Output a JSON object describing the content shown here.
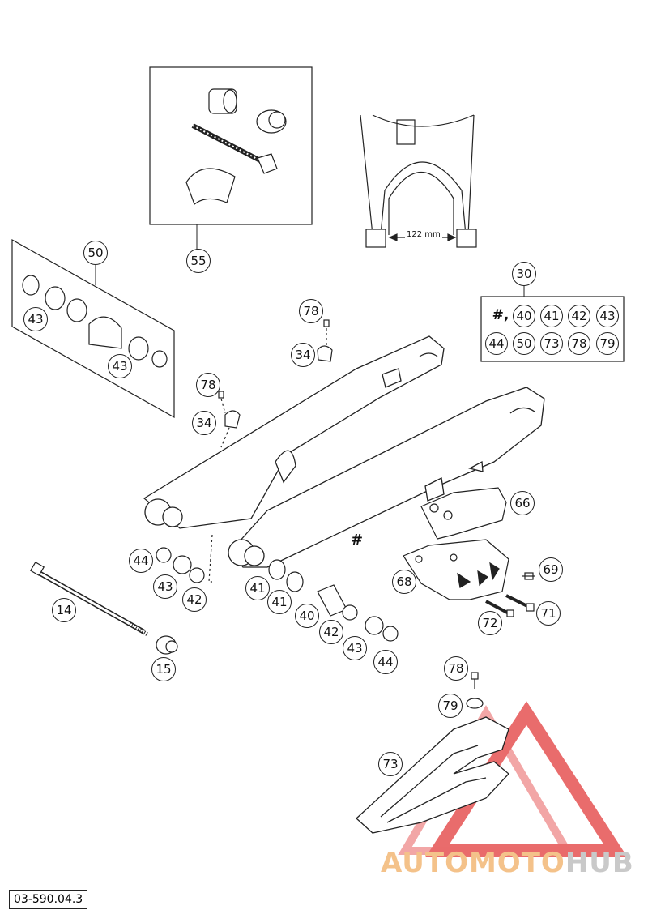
{
  "document_number": "03-590.04.3",
  "dimension_label": "122 mm",
  "hash_mark": "#",
  "kit_30": {
    "label": "30",
    "items": [
      "#,",
      "40",
      "41",
      "42",
      "43",
      "44",
      "50",
      "73",
      "78",
      "79"
    ]
  },
  "callouts": {
    "c55": "55",
    "c50": "50",
    "c43a": "43",
    "c43b": "43",
    "c78a": "78",
    "c34a": "34",
    "c78b": "78",
    "c34b": "34",
    "c66": "66",
    "c68": "68",
    "c69": "69",
    "c71": "71",
    "c72": "72",
    "c44a": "44",
    "c43c": "43",
    "c42a": "42",
    "c14": "14",
    "c15": "15",
    "c41a": "41",
    "c41b": "41",
    "c40": "40",
    "c42b": "42",
    "c43d": "43",
    "c44b": "44",
    "c78c": "78",
    "c79": "79",
    "c73": "73"
  },
  "watermark": {
    "part1": "AUTOMOTO",
    "part2": "HUB",
    "color_primary": "#e23b3b",
    "color_text1": "#f4c28a",
    "color_text2": "#c9c9c9"
  }
}
